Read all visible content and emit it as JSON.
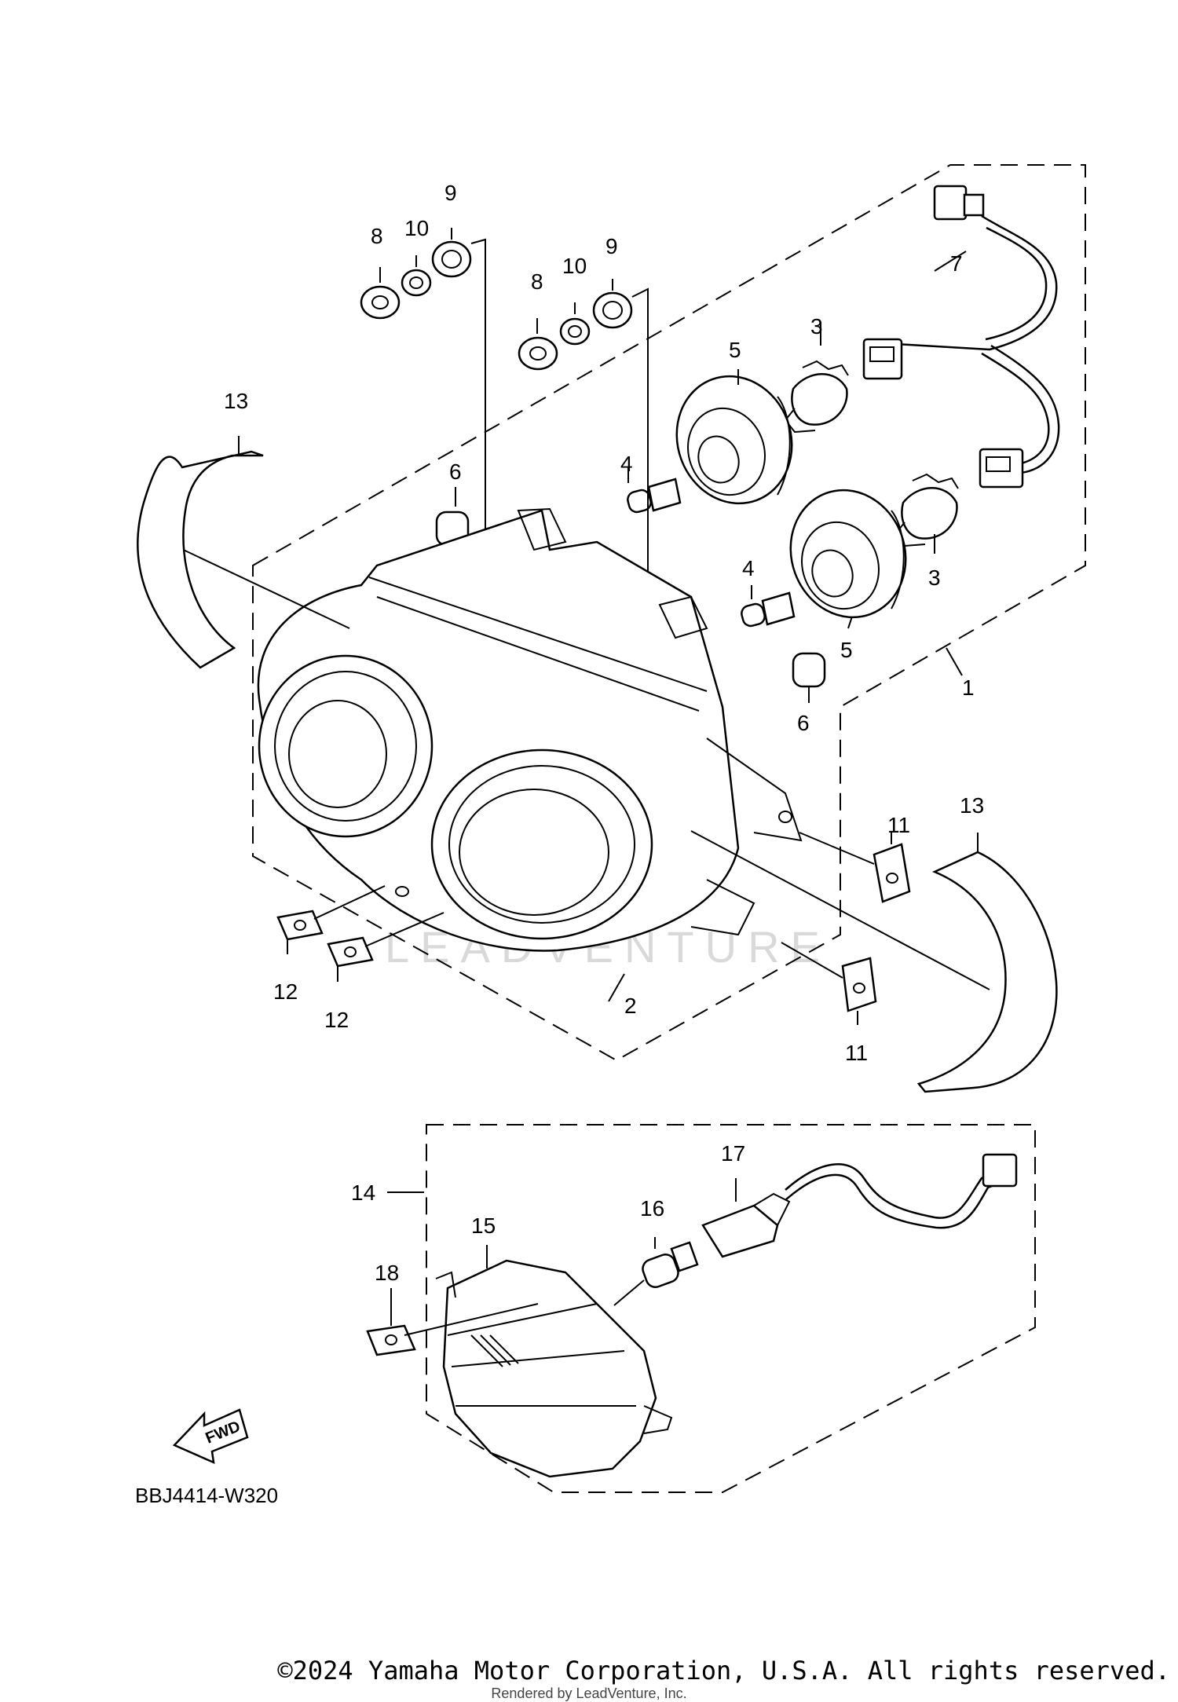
{
  "diagram": {
    "callouts": [
      {
        "id": "c1",
        "text": "1"
      },
      {
        "id": "c2",
        "text": "2"
      },
      {
        "id": "c3a",
        "text": "3"
      },
      {
        "id": "c3b",
        "text": "3"
      },
      {
        "id": "c4a",
        "text": "4"
      },
      {
        "id": "c4b",
        "text": "4"
      },
      {
        "id": "c5a",
        "text": "5"
      },
      {
        "id": "c5b",
        "text": "5"
      },
      {
        "id": "c6a",
        "text": "6"
      },
      {
        "id": "c6b",
        "text": "6"
      },
      {
        "id": "c7",
        "text": "7"
      },
      {
        "id": "c8a",
        "text": "8"
      },
      {
        "id": "c8b",
        "text": "8"
      },
      {
        "id": "c9a",
        "text": "9"
      },
      {
        "id": "c9b",
        "text": "9"
      },
      {
        "id": "c10a",
        "text": "10"
      },
      {
        "id": "c10b",
        "text": "10"
      },
      {
        "id": "c11a",
        "text": "11"
      },
      {
        "id": "c11b",
        "text": "11"
      },
      {
        "id": "c12a",
        "text": "12"
      },
      {
        "id": "c12b",
        "text": "12"
      },
      {
        "id": "c13a",
        "text": "13"
      },
      {
        "id": "c13b",
        "text": "13"
      },
      {
        "id": "c14",
        "text": "14"
      },
      {
        "id": "c15",
        "text": "15"
      },
      {
        "id": "c16",
        "text": "16"
      },
      {
        "id": "c17",
        "text": "17"
      },
      {
        "id": "c18",
        "text": "18"
      }
    ],
    "diagram_code": "BBJ4414-W320",
    "fwd_label": "FWD",
    "watermark": "LEADVENTURE"
  },
  "footer": {
    "copyright": "©2024 Yamaha Motor Corporation, U.S.A. All rights reserved.",
    "rendered_by": "Rendered by LeadVenture, Inc."
  }
}
